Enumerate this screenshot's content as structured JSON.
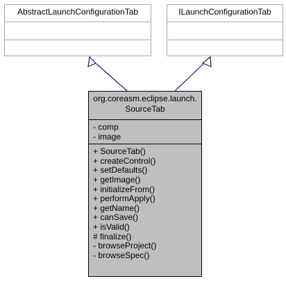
{
  "classes": {
    "abstract_tab": {
      "name": "AbstractLaunchConfigurationTab"
    },
    "ilaunch_tab": {
      "name": "ILaunchConfigurationTab"
    },
    "source_tab": {
      "name_line1": "org.coreasm.eclipse.launch.",
      "name_line2": "SourceTab",
      "attributes": [
        "- comp",
        "- image"
      ],
      "methods": [
        "+ SourceTab()",
        "+ createControl()",
        "+ setDefaults()",
        "+ getImage()",
        "+ initializeFrom()",
        "+ performApply()",
        "+ getName()",
        "+ canSave()",
        "+ isValid()",
        "# finalize()",
        "- browseProject()",
        "- browseSpec()"
      ]
    }
  },
  "relations": [
    {
      "from": "source_tab",
      "to": "abstract_tab",
      "type": "inheritance"
    },
    {
      "from": "source_tab",
      "to": "ilaunch_tab",
      "type": "inheritance"
    }
  ]
}
